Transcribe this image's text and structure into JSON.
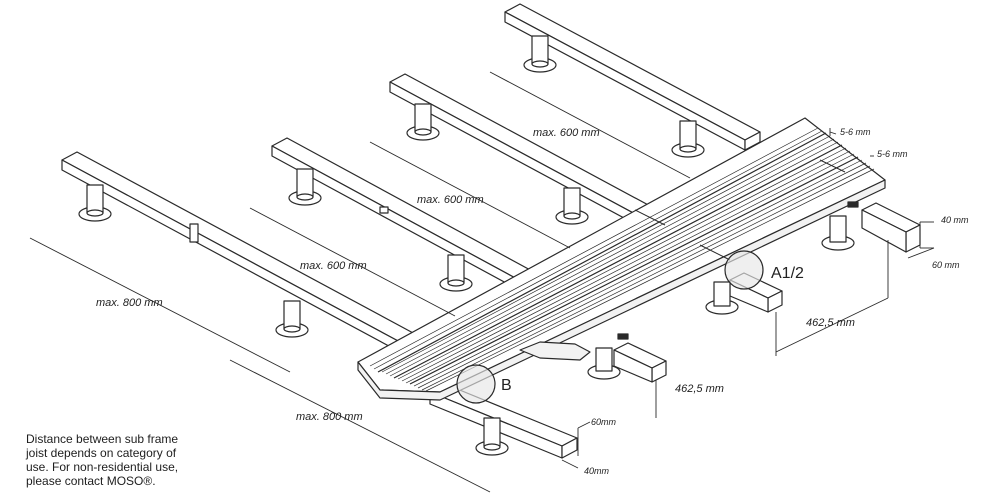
{
  "dimensions": {
    "joist_spacing_1": "max. 600 mm",
    "joist_spacing_2": "max. 600 mm",
    "joist_spacing_3": "max. 600 mm",
    "pedestal_spacing_1": "max. 800 mm",
    "pedestal_spacing_2": "max. 800 mm",
    "gap_1": "5-6 mm",
    "gap_2": "5-6 mm",
    "joist_height_right": "40 mm",
    "joist_width_right": "60 mm",
    "overhang_1": "462,5 mm",
    "overhang_2": "462,5 mm",
    "joist_height_front": "60mm",
    "joist_width_front": "40mm"
  },
  "callouts": {
    "detail_a": "A1/2",
    "detail_b": "B"
  },
  "note": {
    "lines": [
      "Distance between sub frame",
      "joist depends on category of",
      "use. For non-residential use,",
      "please contact MOSO®."
    ]
  },
  "colors": {
    "line": "#2a2a2a",
    "fill": "#ffffff",
    "board_shade": "#f2f2f2"
  }
}
